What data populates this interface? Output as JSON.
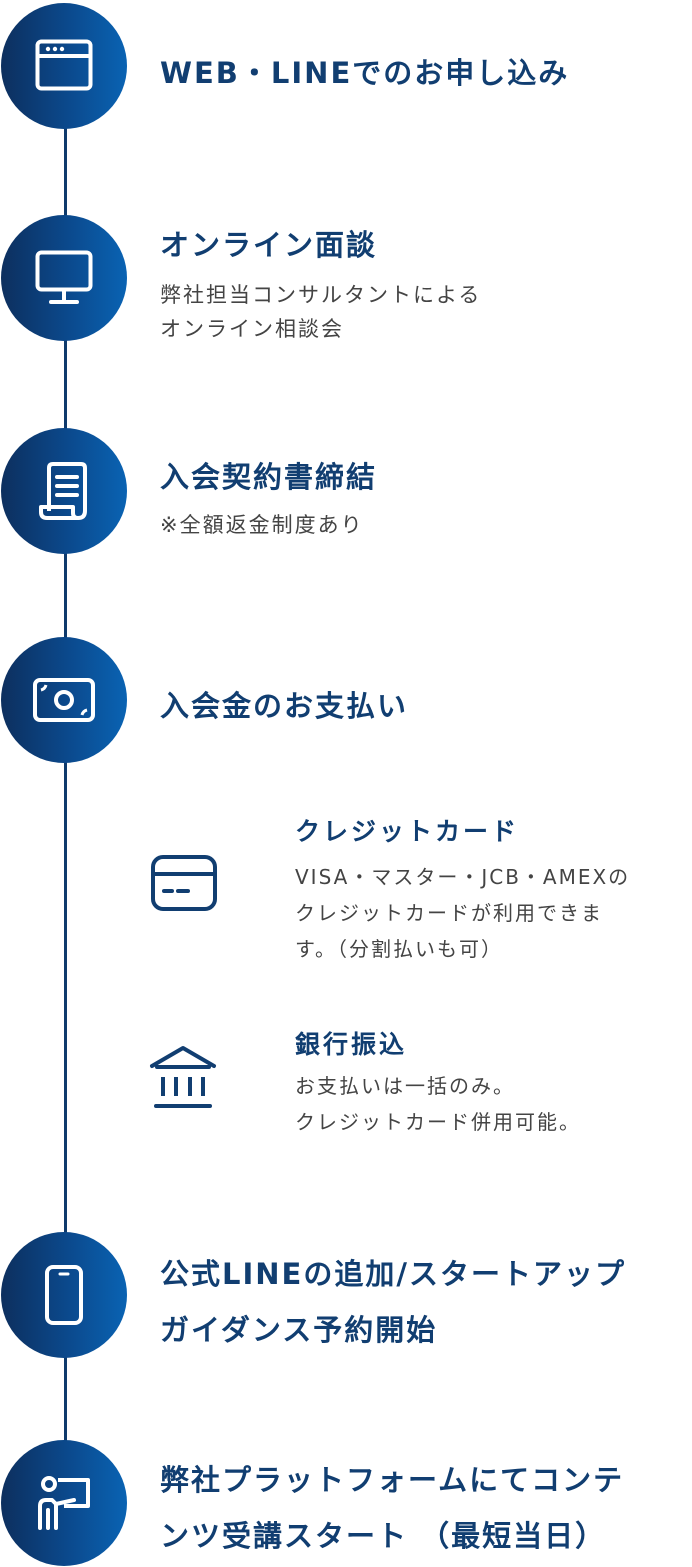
{
  "steps": [
    {
      "icon": "browser-window-icon",
      "title": "WEB・LINEでのお申し込み"
    },
    {
      "icon": "monitor-icon",
      "title": "オンライン面談",
      "desc_lines": [
        "弊社担当コンサルタントによる",
        "オンライン相談会"
      ]
    },
    {
      "icon": "document-scroll-icon",
      "title": "入会契約書締結",
      "desc_lines": [
        "※全額返金制度あり"
      ]
    },
    {
      "icon": "cash-bill-icon",
      "title": "入会金のお支払い"
    },
    {
      "icon": "smartphone-icon",
      "title_lines": [
        "公式LINEの追加/スタートアップ",
        "ガイダンス予約開始"
      ]
    },
    {
      "icon": "presenter-icon",
      "title_lines": [
        "弊社プラットフォームにてコンテ",
        "ンツ受講スタート （最短当日）"
      ]
    }
  ],
  "payment_methods": [
    {
      "icon": "credit-card-icon",
      "title": "クレジットカード",
      "desc_lines": [
        "VISA・マスター・JCB・AMEXの",
        "クレジットカードが利用できま",
        "す。（分割払いも可）"
      ]
    },
    {
      "icon": "bank-icon",
      "title": "銀行振込",
      "desc_lines": [
        "お支払いは一括のみ。",
        "クレジットカード併用可能。"
      ]
    }
  ],
  "colors": {
    "accent": "#113e71",
    "circle_gradient": [
      "#0d2f5e",
      "#0a63b3"
    ]
  }
}
